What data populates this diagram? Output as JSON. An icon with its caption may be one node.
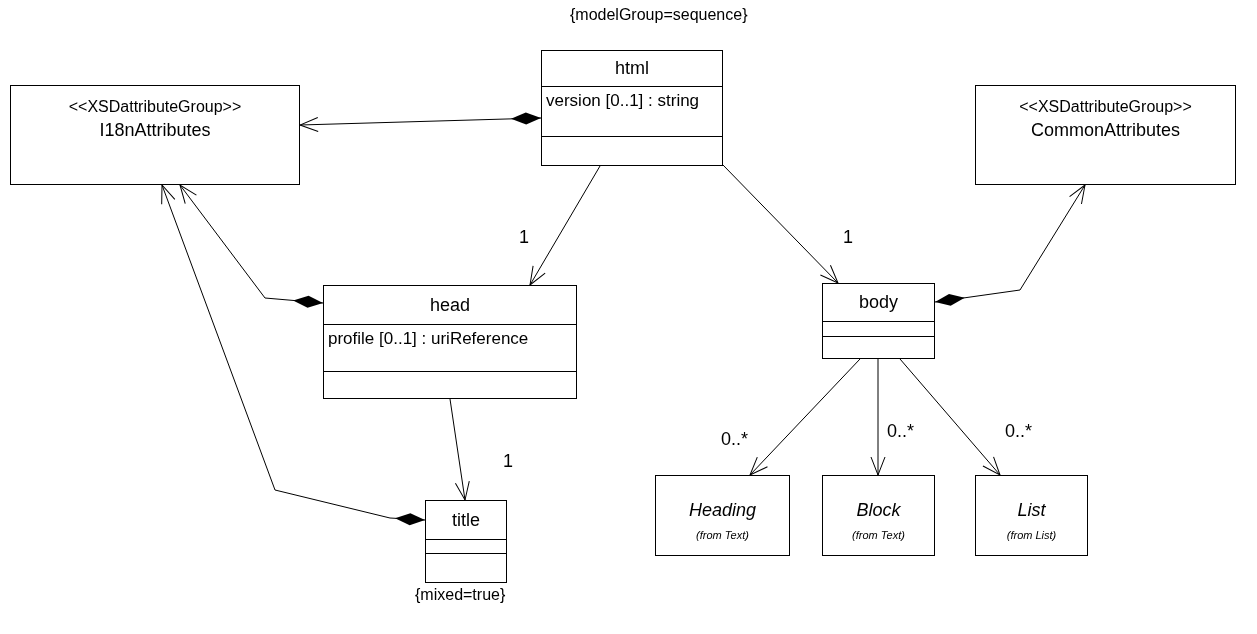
{
  "diagram": {
    "nodes": [
      {
        "text": [
          "html",
          "version [0..1] : string"
        ],
        "beside": [
          "{modelGroup=sequence}"
        ]
      },
      {
        "text": [
          "<<XSDattributeGroup>>",
          "I18nAttributes"
        ]
      },
      {
        "text": [
          "<<XSDattributeGroup>>",
          "CommonAttributes"
        ]
      },
      {
        "text": [
          "head",
          "profile [0..1] : uriReference"
        ]
      },
      {
        "text": [
          "body"
        ]
      },
      {
        "text": [
          "title"
        ],
        "beside": [
          "{mixed=true}"
        ]
      },
      {
        "text": [
          "Heading",
          "(from Text)"
        ]
      },
      {
        "text": [
          "Block",
          "(from Text)"
        ]
      },
      {
        "text": [
          "List",
          "(from List)"
        ]
      }
    ],
    "edges": [
      {
        "from": 0,
        "to": 1,
        "arrow": "to"
      },
      {
        "from": 0,
        "to": 3,
        "arrow": "to",
        "label": "1"
      },
      {
        "from": 0,
        "to": 4,
        "arrow": "to",
        "label": "1"
      },
      {
        "from": 3,
        "to": 1,
        "arrow": "to"
      },
      {
        "from": 5,
        "to": 1,
        "arrow": "to"
      },
      {
        "from": 3,
        "to": 5,
        "arrow": "to",
        "label": "1"
      },
      {
        "from": 4,
        "to": 2,
        "arrow": "to"
      },
      {
        "from": 4,
        "to": 6,
        "arrow": "to",
        "label": "0..*"
      },
      {
        "from": 4,
        "to": 7,
        "arrow": "to",
        "label": "0..*"
      },
      {
        "from": 4,
        "to": 8,
        "arrow": "to",
        "label": "0..*"
      }
    ]
  }
}
